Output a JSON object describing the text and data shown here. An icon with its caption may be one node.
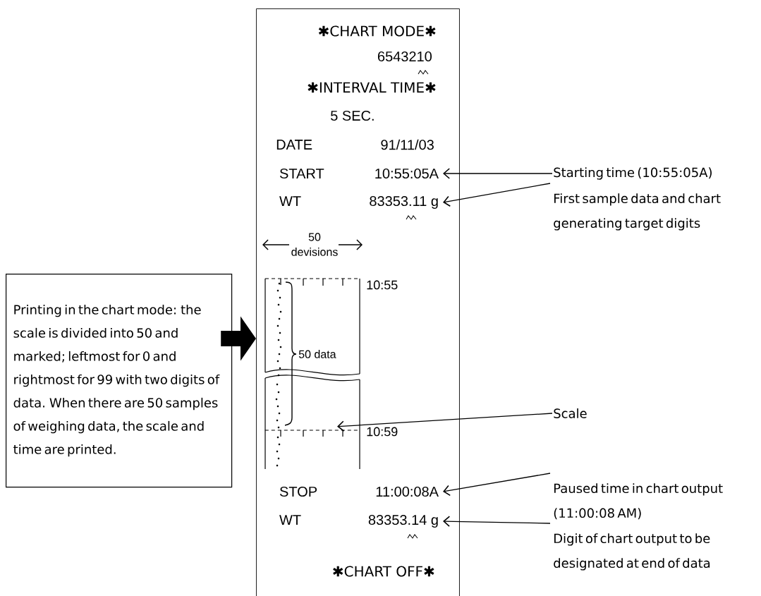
{
  "diagram": {
    "nodes": [
      {
        "text": [],
        "shape": "box"
      },
      {
        "text": [
          "START",
          "10:55:05A"
        ],
        "in": 0
      },
      {
        "text": [
          "WT",
          "83353.11 g"
        ],
        "in": 0
      },
      {
        "text": [],
        "shape": "picture",
        "in": 0
      },
      {
        "text": [
          "STOP",
          "11:00:08A"
        ],
        "in": 0
      },
      {
        "text": [
          "WT",
          "83353.14 g"
        ],
        "in": 0
      },
      {
        "text": [
          "Starting time (10:55:05A)"
        ]
      },
      {
        "text": [
          "First sample data and chart generating target digits"
        ]
      },
      {
        "text": [
          "Scale"
        ]
      },
      {
        "text": [
          "Paused time in chart output (11:00:08 AM)"
        ]
      },
      {
        "text": [
          "Digit of chart output to be designated at end of data"
        ]
      },
      {
        "text": [
          "Printing in the chart mode: the scale is divided into 50 and marked; leftmost for 0 and rightmost for 99 with two digits of data. When there are 50 samples of weighing data, the scale and time are printed."
        ]
      }
    ],
    "edges": [
      {
        "from": 6,
        "to": 1,
        "arrow": "to"
      },
      {
        "from": 7,
        "to": 2,
        "arrow": "to"
      },
      {
        "from": 8,
        "to": 3,
        "arrow": "to"
      },
      {
        "from": 9,
        "to": 4,
        "arrow": "to"
      },
      {
        "from": 10,
        "to": 5,
        "arrow": "to"
      },
      {
        "from": 11,
        "to": 0,
        "arrow": "to",
        "style": "thick"
      }
    ],
    "labels": [
      "✱CHART MODE✱",
      "6543210",
      "✱INTERVAL TIME✱",
      "5 SEC.",
      "DATE",
      "91/11/03",
      "50",
      "devisions",
      "10:55",
      "50 data",
      "10:59",
      "✱CHART OFF✱"
    ]
  }
}
